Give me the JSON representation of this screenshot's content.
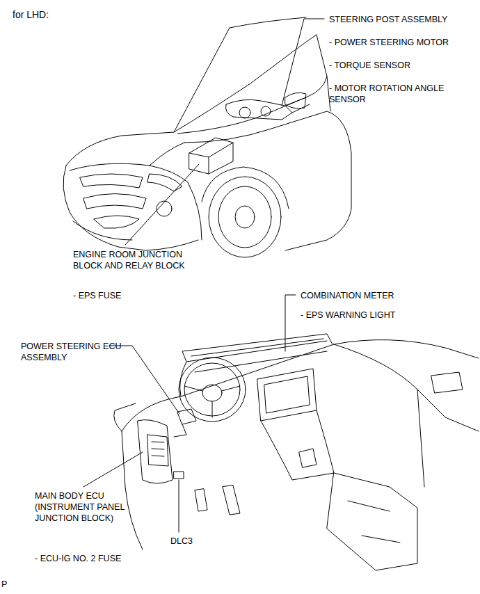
{
  "diagram": {
    "title": "for LHD:",
    "labels": [
      "STEERING POST ASSEMBLY",
      "- POWER STEERING MOTOR",
      "- TORQUE SENSOR",
      "- MOTOR ROTATION ANGLE SENSOR",
      "ENGINE ROOM JUNCTION BLOCK AND RELAY BLOCK",
      "- EPS FUSE",
      "COMBINATION METER",
      "- EPS WARNING LIGHT",
      "POWER STEERING ECU ASSEMBLY",
      "MAIN BODY ECU (INSTRUMENT PANEL JUNCTION BLOCK)",
      "- ECU-IG NO. 2 FUSE",
      "DLC3",
      "P"
    ]
  }
}
